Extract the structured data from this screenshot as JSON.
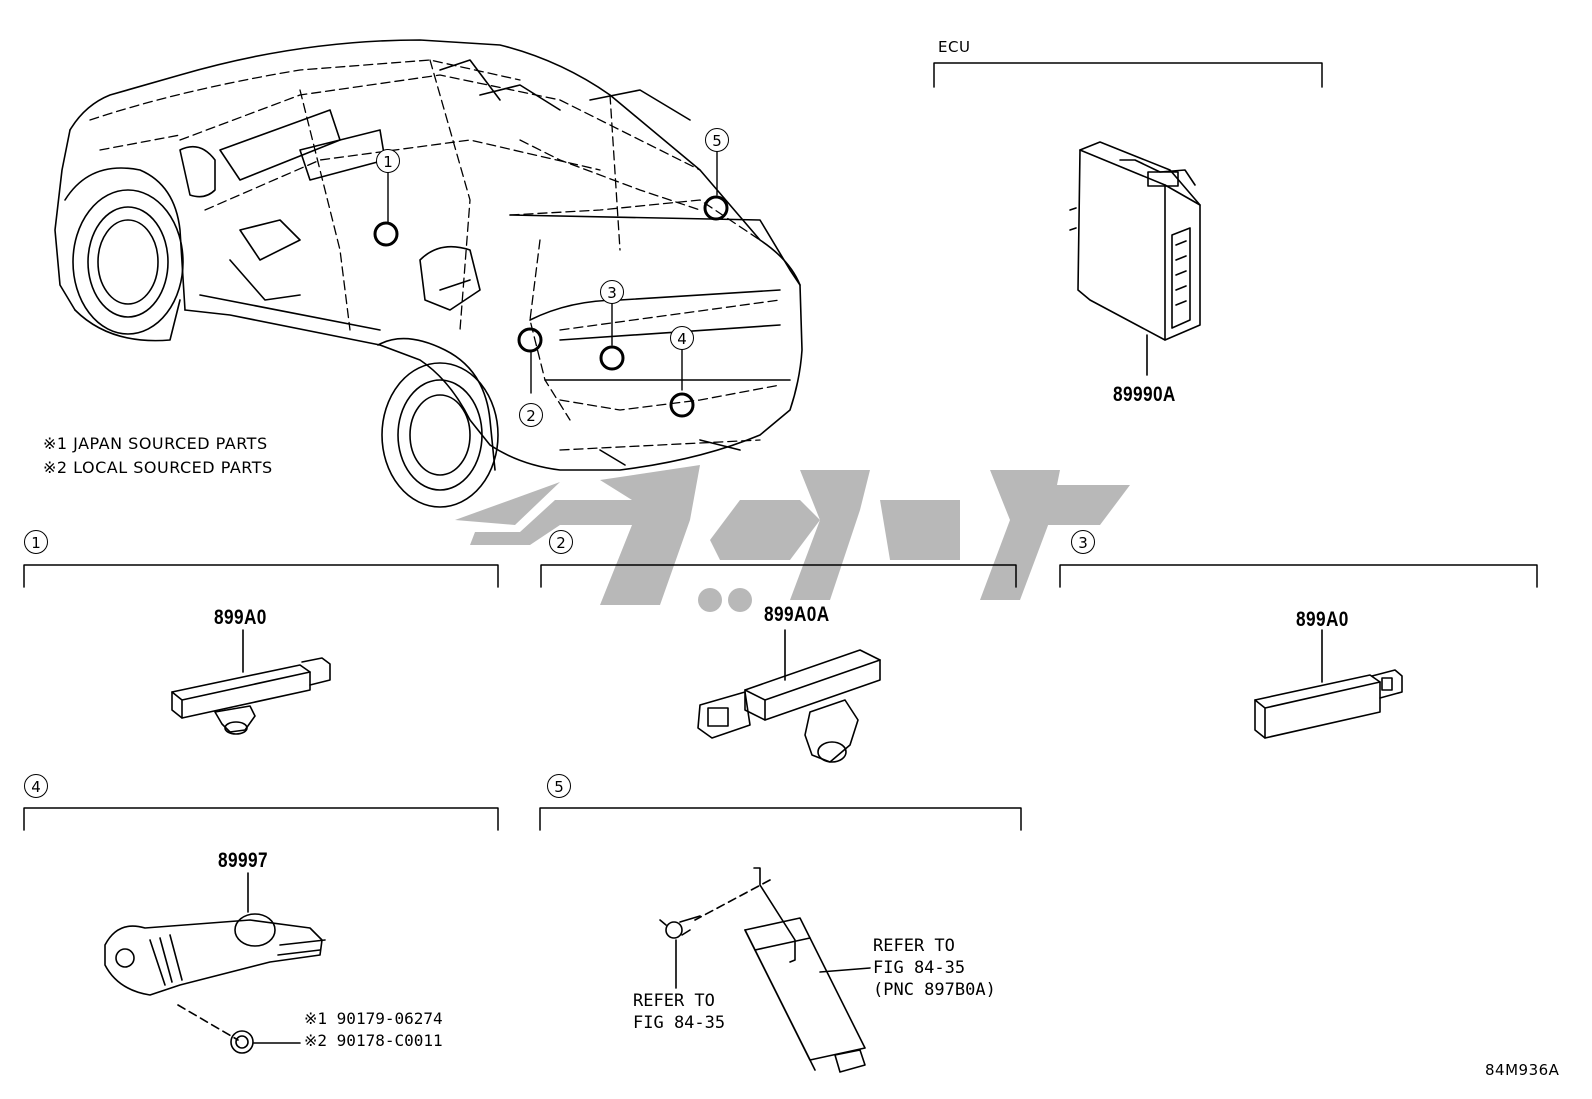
{
  "ecu_label": "ECU",
  "part_numbers": {
    "ecu": "89990A",
    "sec1": "899A0",
    "sec2": "899A0A",
    "sec3": "899A0",
    "sec4": "89997"
  },
  "sections": [
    "1",
    "2",
    "3",
    "4",
    "5"
  ],
  "callouts": [
    "1",
    "2",
    "3",
    "4",
    "5"
  ],
  "notes": {
    "japan": "※1 JAPAN SOURCED PARTS",
    "local": "※2 LOCAL SOURCED PARTS"
  },
  "sec4_refs": {
    "japan": "※1 90179-06274",
    "local": "※2 90178-C0011"
  },
  "sec5_refs": {
    "bolt": "REFER TO\nFIG 84-35",
    "module": "REFER TO\nFIG 84-35\n(PNC 897B0A)"
  },
  "figure_code": "84M936A",
  "watermark_color": "#b5b5b5"
}
